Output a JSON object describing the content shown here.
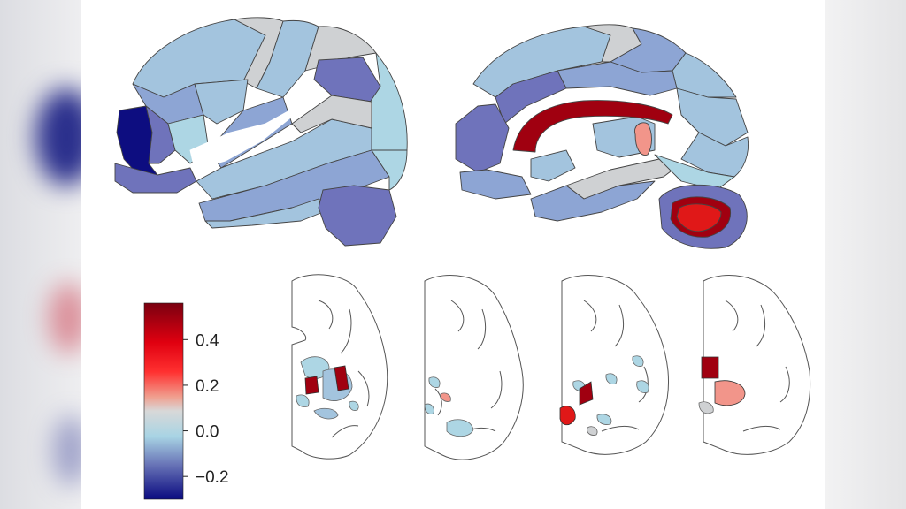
{
  "colorbar": {
    "ticks": [
      {
        "value": 0.4,
        "label": "0.4"
      },
      {
        "value": 0.2,
        "label": "0.2"
      },
      {
        "value": 0.0,
        "label": "0.0"
      },
      {
        "value": -0.2,
        "label": "−0.2"
      }
    ],
    "range": [
      -0.3,
      0.56
    ],
    "stops": [
      {
        "at": 0.0,
        "color": "#7a0010"
      },
      {
        "at": 0.2,
        "color": "#e00010"
      },
      {
        "at": 0.35,
        "color": "#ff3030"
      },
      {
        "at": 0.48,
        "color": "#f0a090"
      },
      {
        "at": 0.55,
        "color": "#d8d8d8"
      },
      {
        "at": 0.68,
        "color": "#a8d4e4"
      },
      {
        "at": 0.82,
        "color": "#6a76b8"
      },
      {
        "at": 1.0,
        "color": "#0a0a80"
      }
    ]
  },
  "colors": {
    "strong_red": "#a00010",
    "red": "#e01818",
    "salmon": "#f2958a",
    "pale_blue": "#add6e4",
    "light_blue": "#a3c4de",
    "mid_blue": "#8da5d4",
    "indigo": "#6f73bb",
    "navy": "#0d0d80",
    "gray": "#cfd1d3"
  }
}
